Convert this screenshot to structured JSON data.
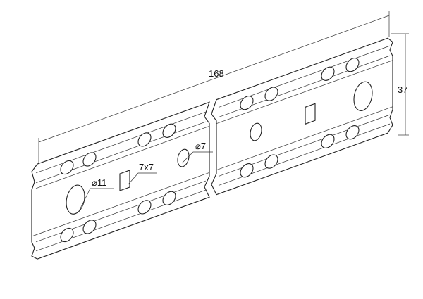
{
  "dimensions": {
    "length": "168",
    "height": "37",
    "large_hole": "⌀11",
    "square_hole": "7x7",
    "small_hole": "⌀7"
  }
}
